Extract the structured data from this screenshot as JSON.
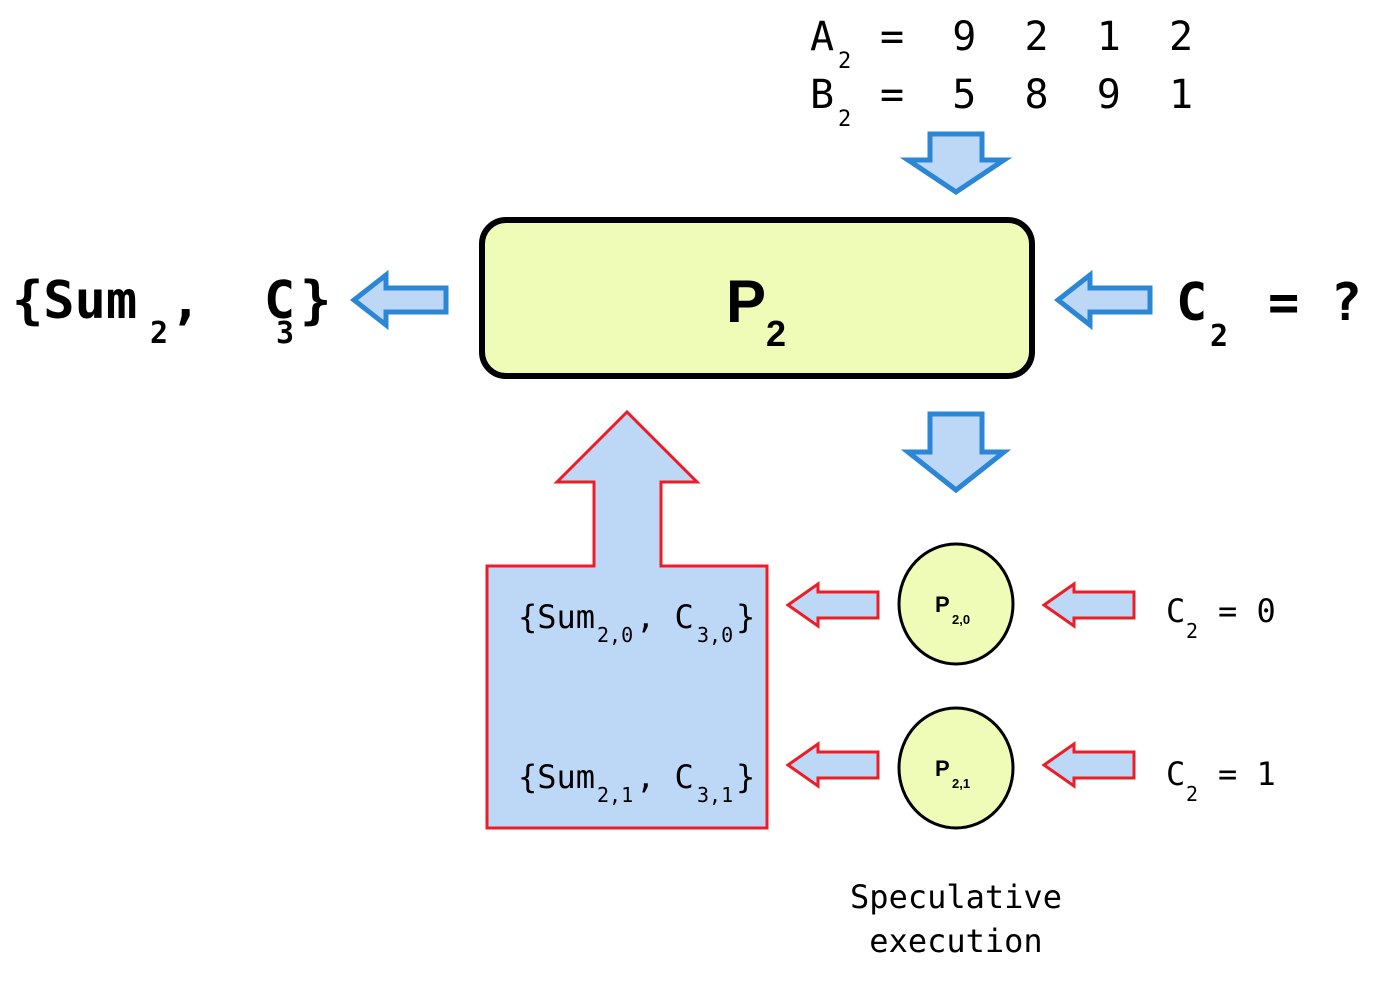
{
  "inputs": {
    "a_label": "A",
    "a_sub": "2",
    "a_value": "=  9  2  1  2",
    "b_label": "B",
    "b_sub": "2",
    "b_value": "=  5  8  9  1"
  },
  "main_block": {
    "label": "P",
    "sub": "2"
  },
  "output": {
    "open": "{Sum",
    "sum_sub": "2",
    "mid": ",  C",
    "c_sub": "3",
    "close": "}"
  },
  "carry_in": {
    "label": "C",
    "sub": "2",
    "value": "= ?"
  },
  "spec_blocks": [
    {
      "label": "P",
      "sub": "2,0",
      "carry_label": "C",
      "carry_sub": "2",
      "carry_value": "= 0",
      "out_open": "{Sum",
      "out_sum_sub": "2,0",
      "out_mid": ", C",
      "out_c_sub": "3,0",
      "out_close": "}"
    },
    {
      "label": "P",
      "sub": "2,1",
      "carry_label": "C",
      "carry_sub": "2",
      "carry_value": "= 1",
      "out_open": "{Sum",
      "out_sum_sub": "2,1",
      "out_mid": ", C",
      "out_c_sub": "3,1",
      "out_close": "}"
    }
  ],
  "caption": {
    "line1": "Speculative",
    "line2": "execution"
  },
  "colors": {
    "block_fill": "#eefcb8",
    "blue_arrow_fill": "#bdd7f7",
    "blue_arrow_stroke": "#2b87d6",
    "red_stroke": "#ee1c25",
    "mux_fill": "#bdd7f7"
  }
}
